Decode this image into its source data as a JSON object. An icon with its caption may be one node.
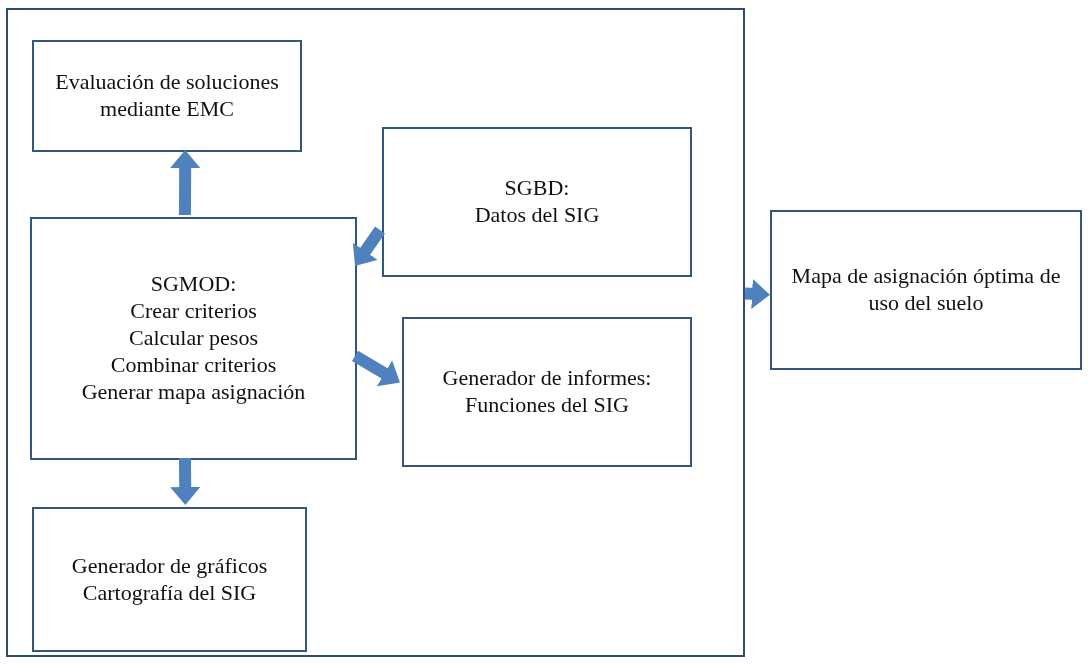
{
  "diagram": {
    "nodes": [
      {
        "text": [],
        "shape": "box"
      },
      {
        "text": [
          "Evaluación de soluciones mediante EMC"
        ],
        "in": 0
      },
      {
        "text": [
          "SGMOD:",
          "Crear criterios",
          "Calcular pesos",
          "Combinar criterios",
          "Generar mapa asignación"
        ],
        "in": 0
      },
      {
        "text": [
          "SGBD:",
          "Datos del SIG"
        ],
        "in": 0
      },
      {
        "text": [
          "Generador de informes: Funciones del SIG"
        ],
        "in": 0
      },
      {
        "text": [
          "Generador de gráficos",
          "Cartografía del SIG"
        ],
        "in": 0
      },
      {
        "text": [
          "Mapa de asignación óptima de uso del suelo"
        ]
      }
    ],
    "edges": [
      {
        "from": 2,
        "to": 1,
        "arrow": "to"
      },
      {
        "from": 3,
        "to": 2,
        "arrow": "to"
      },
      {
        "from": 2,
        "to": 4,
        "arrow": "to"
      },
      {
        "from": 2,
        "to": 5,
        "arrow": "to"
      },
      {
        "from": 0,
        "to": 6,
        "arrow": "to"
      }
    ]
  }
}
